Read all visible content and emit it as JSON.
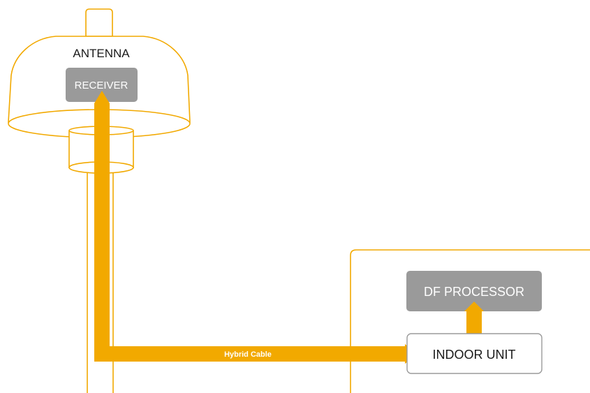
{
  "antenna": {
    "title": "ANTENNA",
    "receiver_label": "RECEIVER"
  },
  "indoor": {
    "processor_label": "DF PROCESSOR",
    "unit_label": "INDOOR UNIT"
  },
  "cable": {
    "label": "Hybrid Cable"
  },
  "colors": {
    "accent": "#f2a900",
    "gray_box": "#9a9a9a",
    "text_dark": "#1a1a1a",
    "text_light": "#ffffff"
  }
}
